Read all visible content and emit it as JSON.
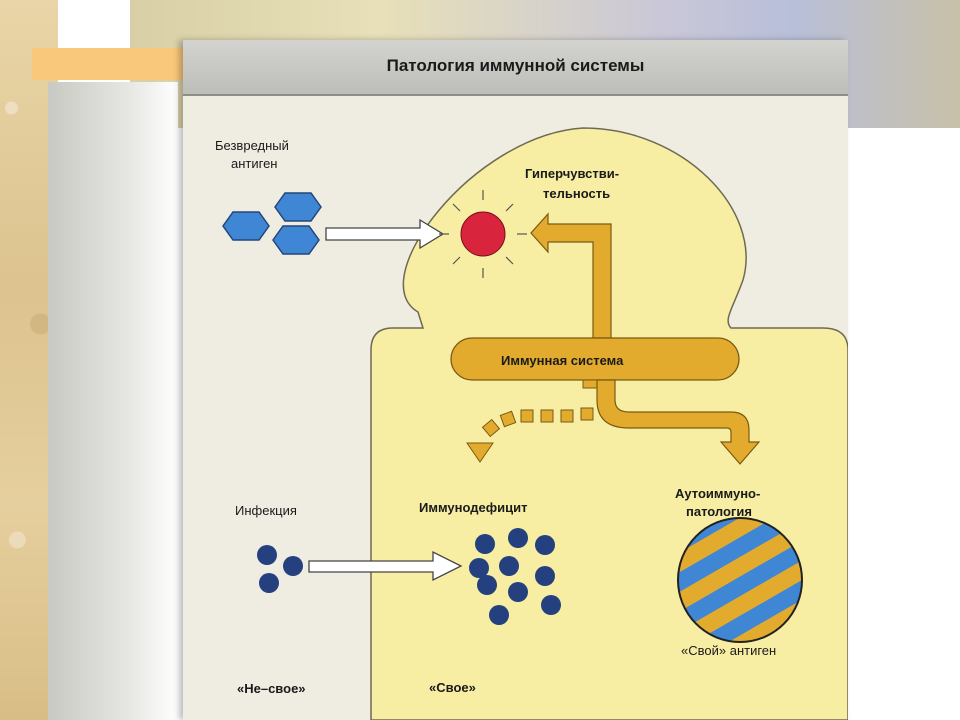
{
  "title": "Патология иммунной системы",
  "labels": {
    "harmless_antigen": [
      "Безвредный",
      "антиген"
    ],
    "hypersensitivity": [
      "Гиперчувстви-",
      "тельность"
    ],
    "immune_system": "Иммунная система",
    "infection": "Инфекция",
    "immunodeficiency": "Иммунодефицит",
    "autoimmune": [
      "Аутоиммуно-",
      "патология"
    ],
    "own_antigen": "«Свой» антиген",
    "not_self": "«Не–свое»",
    "self": "«Свое»"
  },
  "colors": {
    "body_fill": "#f7eea3",
    "arrow_gold": "#e3ab2e",
    "hexagon_blue": "#3f86d4",
    "dot_navy": "#24407e",
    "burst_red": "#d8243c",
    "stripe_gold": "#e3ab2e",
    "stripe_blue": "#3f86d4"
  }
}
